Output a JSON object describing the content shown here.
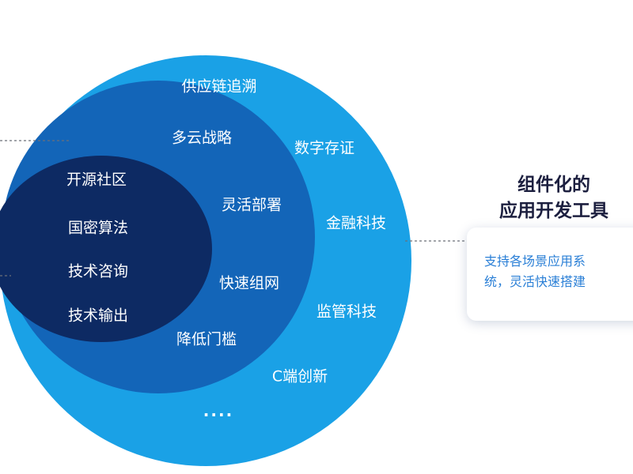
{
  "diagram": {
    "colors": {
      "outer": "#1aa1e6",
      "middle": "#1365b8",
      "inner": "#0d2a63",
      "connector": "#6b6f78"
    },
    "inner_items": [
      "开源社区",
      "国密算法",
      "技术咨询",
      "技术输出"
    ],
    "middle_items": [
      "多云战略",
      "灵活部署",
      "快速组网",
      "降低门槛"
    ],
    "outer_items": [
      "供应链追溯",
      "数字存证",
      "金融科技",
      "监管科技",
      "C端创新"
    ],
    "more": "....",
    "callout": {
      "title_line1": "组件化的",
      "title_line2": "应用开发工具",
      "desc_line1": "支持各场景应用系",
      "desc_line2": "统，灵活快速搭建"
    }
  }
}
